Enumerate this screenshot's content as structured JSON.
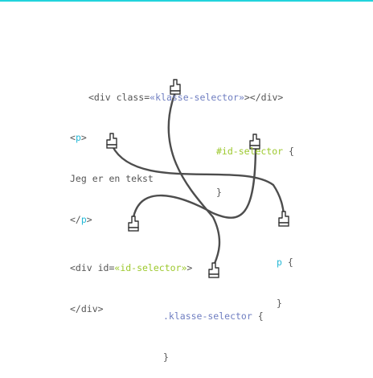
{
  "colors": {
    "top_bar": "#21d3dc",
    "text": "#555555",
    "tag_p": "#24b8d6",
    "class_attr": "#6f7ec1",
    "id_attr": "#9cc82c",
    "wire": "#4d4d4d"
  },
  "icons": [
    "hand-pointer-icon"
  ],
  "snippets": {
    "div_class": {
      "open": "<div class=",
      "value": "«klasse-selector»",
      "close": "></div>"
    },
    "p_element": {
      "open_lt": "<",
      "tag": "p",
      "open_gt": ">",
      "text": "Jeg er en tekst",
      "close_lt": "</",
      "close_tag": "p",
      "close_gt": ">"
    },
    "id_rule": {
      "selector": "#id-selector",
      "open_brace": " {",
      "close_brace": "}"
    },
    "div_id": {
      "open": "<div id=",
      "value": "«id-selector»",
      "close": ">",
      "end_tag": "</div>"
    },
    "p_rule": {
      "selector": "p",
      "open_brace": " {",
      "close_brace": "}"
    },
    "class_rule": {
      "selector": ".klasse-selector",
      "open_brace": " {",
      "close_brace": "}"
    }
  }
}
